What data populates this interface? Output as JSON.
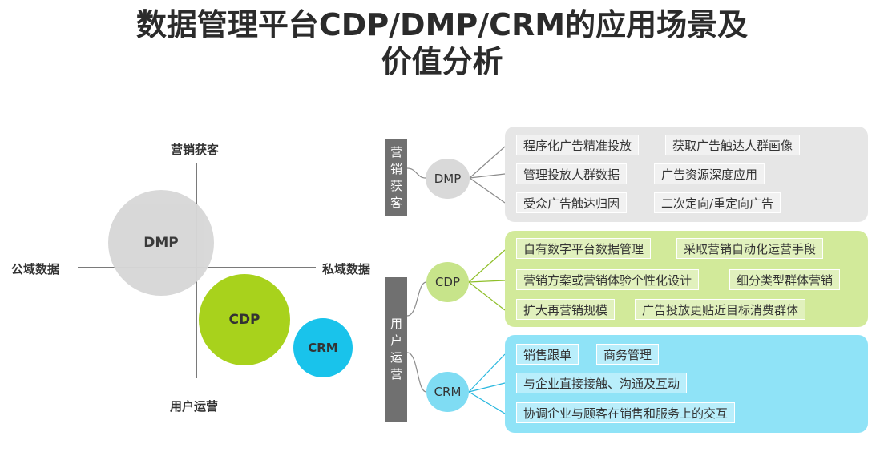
{
  "title": {
    "line1": "数据管理平台CDP/DMP/CRM的应用场景及",
    "line2": "价值分析"
  },
  "quadrant": {
    "top": "营销获客",
    "bottom": "用户运营",
    "left": "公域数据",
    "right": "私域数据",
    "circles": {
      "dmp": "DMP",
      "cdp": "CDP",
      "crm": "CRM"
    }
  },
  "map": {
    "group1": {
      "label_chars": [
        "营",
        "销",
        "获",
        "客"
      ]
    },
    "group2": {
      "label_chars": [
        "用",
        "户",
        "运",
        "营"
      ]
    },
    "nodes": {
      "dmp": "DMP",
      "cdp": "CDP",
      "crm": "CRM"
    },
    "dmp_items": [
      "程序化广告精准投放",
      "获取广告触达人群画像",
      "管理投放人群数据",
      "广告资源深度应用",
      "受众广告触达归因",
      "二次定向/重定向广告"
    ],
    "cdp_items": [
      "自有数字平台数据管理",
      "采取营销自动化运营手段",
      "营销方案或营销体验个性化设计",
      "细分类型群体营销",
      "扩大再营销规模",
      "广告投放更贴近目标消费群体"
    ],
    "crm_items": [
      "销售跟单",
      "商务管理",
      "与企业直接接触、沟通及互动",
      "协调企业与顾客在销售和服务上的交互"
    ]
  },
  "colors": {
    "dmp": "#d7d7d7",
    "cdp": "#a8d21c",
    "crm": "#19c3eb",
    "bar": "#707070"
  }
}
